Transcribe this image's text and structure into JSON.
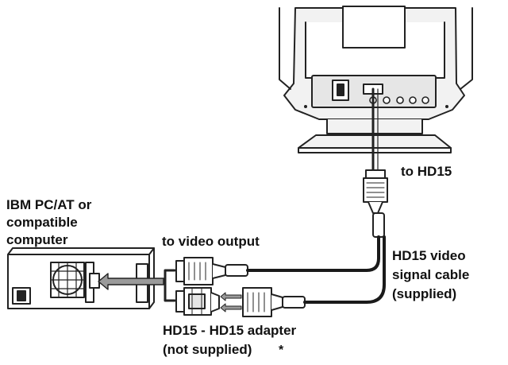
{
  "labels": {
    "computer_line1": "IBM PC/AT or",
    "computer_line2": "compatible",
    "computer_line3": "computer",
    "to_hd15": "to HD15",
    "to_video_output": "to video output",
    "cable_line1": "HD15 video",
    "cable_line2": "signal cable",
    "cable_line3": "(supplied)",
    "adapter_line1": "HD15 - HD15 adapter",
    "adapter_line2": "(not supplied)",
    "adapter_mark": "*"
  },
  "colors": {
    "line": "#222222",
    "monitor_fill": "#f2f2f2",
    "panel_fill": "#e6e6e6",
    "arrow_fill": "#9a9a9a",
    "cable": "#1a1a1a"
  }
}
